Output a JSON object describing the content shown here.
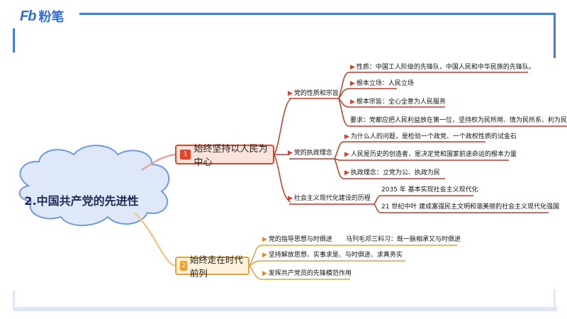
{
  "brand": {
    "logo_mark": "Fb",
    "logo_text": "粉笔",
    "accent": "#3f7be0"
  },
  "central": {
    "title": "2.中国共产党的先进性"
  },
  "branch1": {
    "icon_text": "1",
    "label": "始终坚持以人民为中心",
    "color": "#d84a2a",
    "sub": [
      {
        "label": "党的性质和宗旨",
        "leaves": [
          "性质：中国工人阶级的先锋队，中国人民和中华民族的先锋队。",
          "根本立场：人民立场",
          "根本宗旨：全心全意为人民服务",
          "要求：党都应把人民利益放在第一位，坚持权为民所用、情为民所系、利为民所谋"
        ]
      },
      {
        "label": "党的执政理念",
        "leaves": [
          "为什么人的问题，是检验一个政党、一个政权性质的试金石",
          "人民是历史的创造者，是决定党和国家前途命运的根本力量",
          "执政理念：立党为公、执政为民"
        ]
      },
      {
        "label": "社会主义现代化建设的历程",
        "leaves": [
          "2035 年 基本实现社会主义现代化",
          "21 世纪中叶 建成富强民主文明和谐美丽的社会主义现代化强国"
        ]
      }
    ]
  },
  "branch2": {
    "icon_text": "2",
    "label": "始终走在时代前列",
    "color": "#e8a43b",
    "sub": [
      {
        "label": "党的指导思想与时俱进",
        "leaf": "马列毛邓三科习：既一脉相承又与时俱进"
      },
      {
        "label": "坚持解放思想、实事求是、与时俱进、求真务实"
      },
      {
        "label": "发挥共产党员的先锋模范作用"
      }
    ]
  }
}
